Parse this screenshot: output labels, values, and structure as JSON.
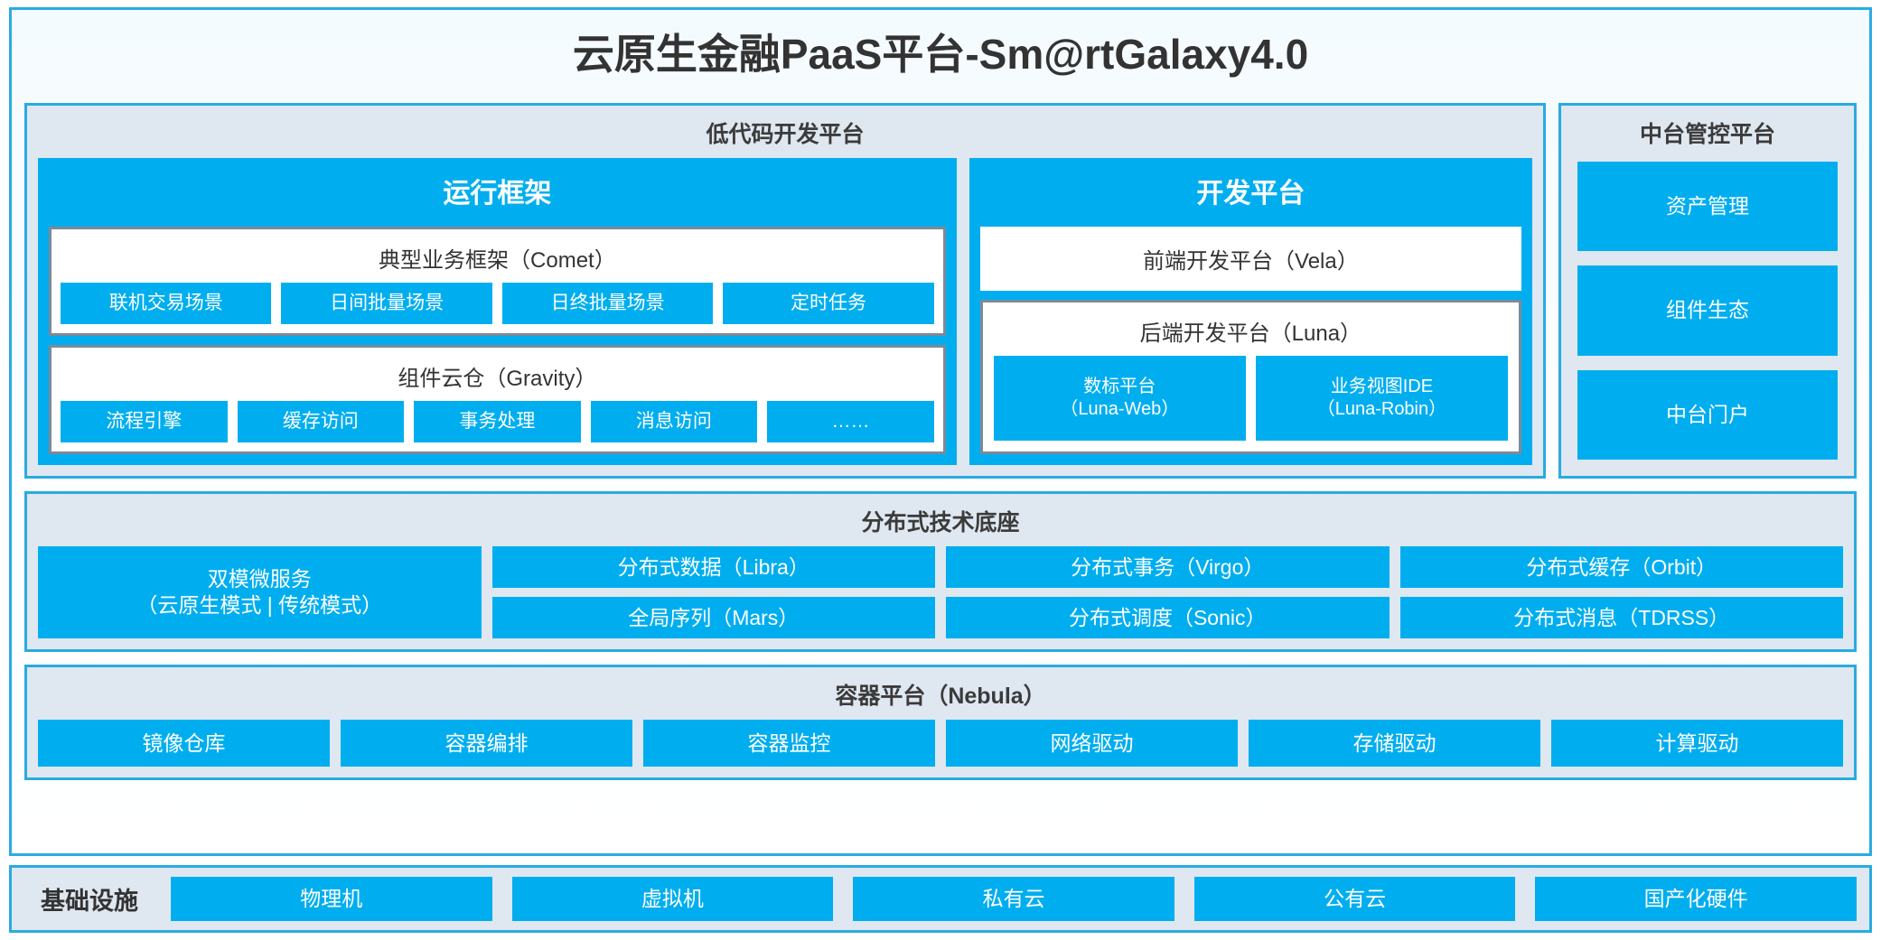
{
  "platform": {
    "title": "云原生金融PaaS平台-Sm@rtGalaxy4.0",
    "accent_blue": "#00AEEF",
    "border_blue": "#29ABE2",
    "panel_bg": "#DFE7F1",
    "card_border_gray": "#7E8998"
  },
  "lowcode": {
    "title": "低代码开发平台",
    "runtime": {
      "title": "运行框架",
      "comet": {
        "title": "典型业务框架（Comet）",
        "items": [
          "联机交易场景",
          "日间批量场景",
          "日终批量场景",
          "定时任务"
        ]
      },
      "gravity": {
        "title": "组件云仓（Gravity）",
        "items": [
          "流程引擎",
          "缓存访问",
          "事务处理",
          "消息访问",
          "……"
        ]
      }
    },
    "devplatform": {
      "title": "开发平台",
      "vela": "前端开发平台（Vela）",
      "luna": {
        "title": "后端开发平台（Luna）",
        "items": [
          "数标平台\n（Luna-Web）",
          "业务视图IDE\n（Luna-Robin）"
        ],
        "item_lines": [
          [
            "数标平台",
            "（Luna-Web）"
          ],
          [
            "业务视图IDE",
            "（Luna-Robin）"
          ]
        ]
      }
    }
  },
  "midplatform": {
    "title": "中台管控平台",
    "items": [
      "资产管理",
      "组件生态",
      "中台门户"
    ]
  },
  "techbase": {
    "title": "分布式技术底座",
    "microservice": {
      "line1": "双模微服务",
      "line2": "（云原生模式 | 传统模式）"
    },
    "columns": [
      [
        "分布式数据（Libra）",
        "全局序列（Mars）"
      ],
      [
        "分布式事务（Virgo）",
        "分布式调度（Sonic）"
      ],
      [
        "分布式缓存（Orbit）",
        "分布式消息（TDRSS）"
      ]
    ]
  },
  "container": {
    "title": "容器平台（Nebula）",
    "items": [
      "镜像仓库",
      "容器编排",
      "容器监控",
      "网络驱动",
      "存储驱动",
      "计算驱动"
    ]
  },
  "infrastructure": {
    "label": "基础设施",
    "items": [
      "物理机",
      "虚拟机",
      "私有云",
      "公有云",
      "国产化硬件"
    ]
  }
}
